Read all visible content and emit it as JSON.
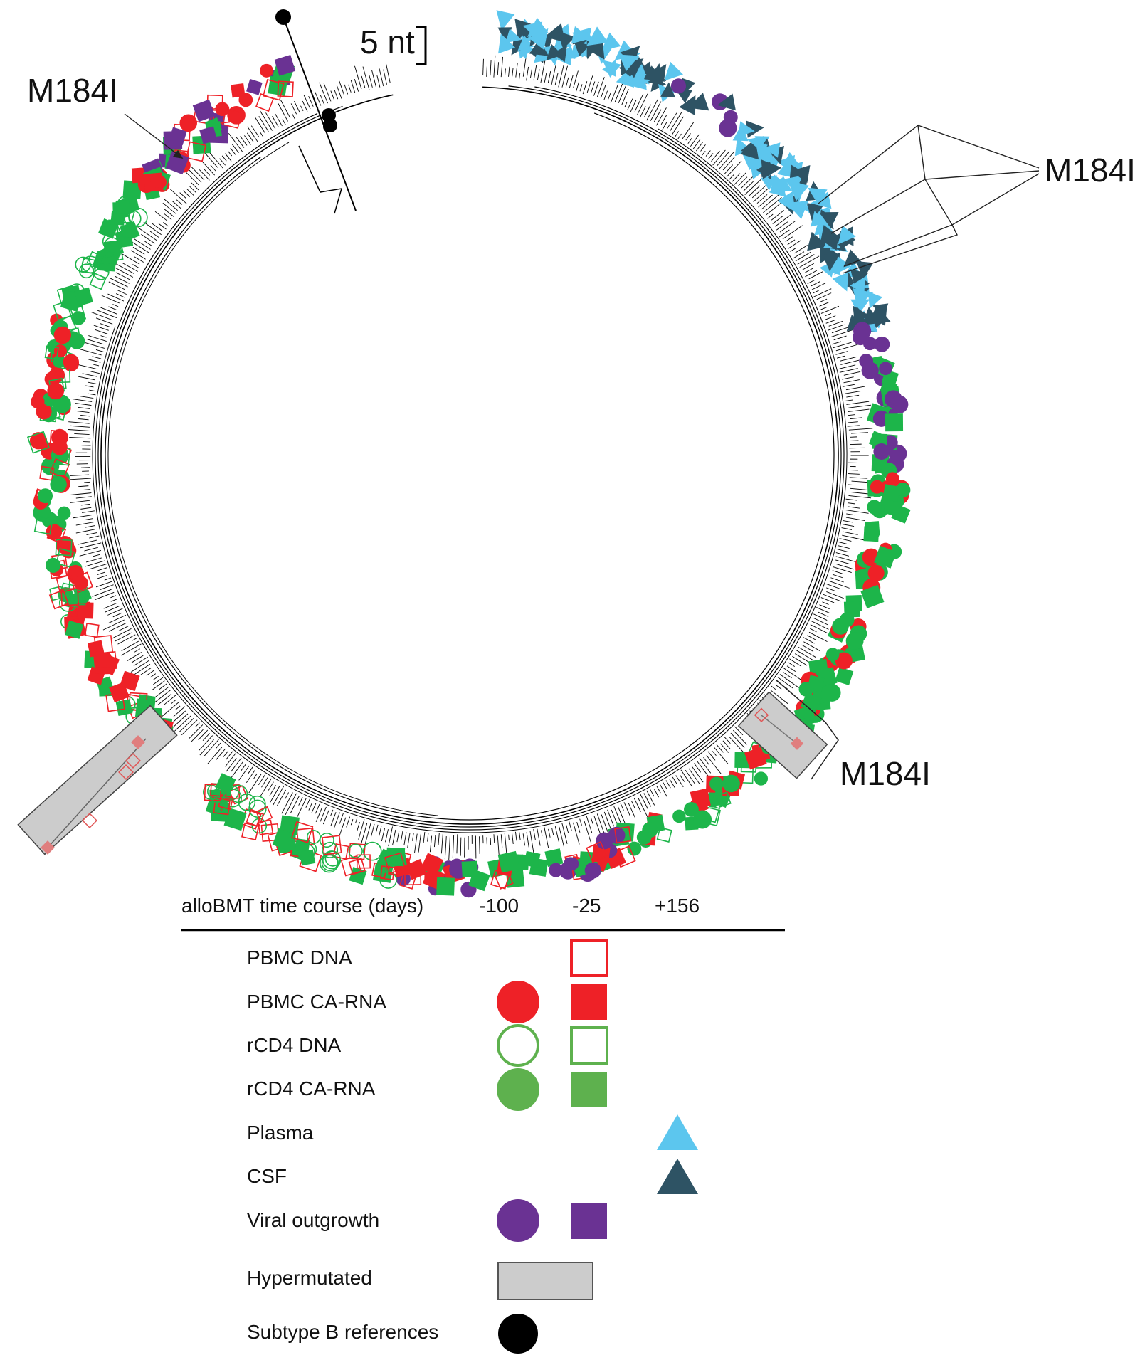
{
  "annotations": {
    "scale_bar": "5 nt",
    "mutation_label_top_left": "M184I",
    "mutation_label_top_right": "M184I",
    "mutation_label_bottom_right": "M184I"
  },
  "legend": {
    "header": "alloBMT time course (days)",
    "timepoints": [
      "-100",
      "-25",
      "+156"
    ],
    "rows": [
      {
        "label": "PBMC DNA",
        "symbols": [
          "",
          "open-red-square",
          ""
        ]
      },
      {
        "label": "PBMC CA-RNA",
        "symbols": [
          "filled-red-circle",
          "filled-red-square",
          ""
        ]
      },
      {
        "label": "rCD4 DNA",
        "symbols": [
          "open-green-circle",
          "open-green-square",
          ""
        ]
      },
      {
        "label": "rCD4 CA-RNA",
        "symbols": [
          "filled-green-circle",
          "filled-green-square",
          ""
        ]
      },
      {
        "label": "Plasma",
        "symbols": [
          "",
          "",
          "light-blue-triangle"
        ]
      },
      {
        "label": "CSF",
        "symbols": [
          "",
          "",
          "dark-slate-triangle"
        ]
      },
      {
        "label": "Viral outgrowth",
        "symbols": [
          "purple-circle",
          "purple-square",
          ""
        ]
      },
      {
        "label": "Hypermutated",
        "symbols": [
          "gray-rectangle"
        ]
      },
      {
        "label": "Subtype B references",
        "symbols": [
          "black-circle"
        ]
      }
    ]
  },
  "colors": {
    "red": "#ee2127",
    "green": "#1db54a",
    "legend_green": "#5eb14e",
    "light_blue": "#5cc6ee",
    "dark_slate": "#2e5364",
    "purple": "#6a3293",
    "gray_box": "#cccccc",
    "black": "#000000"
  }
}
